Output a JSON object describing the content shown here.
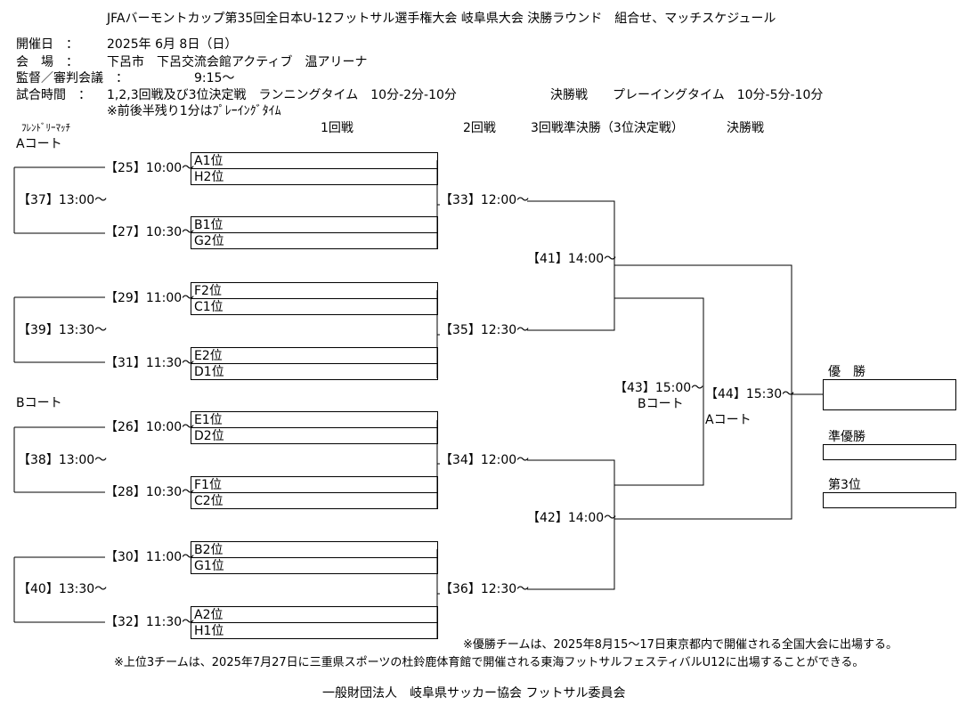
{
  "header": {
    "title": "JFAバーモントカップ第35回全日本U-12フットサル選手権大会 岐阜県大会 決勝ラウンド　組合せ、マッチスケジュール",
    "date_label": "開催日　：",
    "date_value": "2025年 6月 8日（日）",
    "venue_label": "会　場　：",
    "venue_value": "下呂市　下呂交流会館アクティブ　温アリーナ",
    "meeting_label": "監督／審判会議　：",
    "meeting_value": "9:15～",
    "time_label": "試合時間　：",
    "time_value_1": "1,2,3回戦及び3位決定戦　ランニングタイム　10分-2分-10分",
    "time_value_2": "決勝戦　　プレーイングタイム　10分-5分-10分",
    "time_note": "※前後半残り1分はﾌﾟﾚｰｲﾝｸﾞﾀｲﾑ"
  },
  "columns": {
    "friendly": "ﾌﾚﾝﾄﾞﾘｰﾏｯﾁ",
    "round1": "1回戦",
    "round2": "2回戦",
    "semi": "3回戦準決勝（3位決定戦）",
    "final": "決勝戦"
  },
  "courts": {
    "a": "Aコート",
    "b": "Bコート"
  },
  "round1": [
    {
      "match": "【25】10:00～",
      "top": "A1位",
      "bottom": "H2位"
    },
    {
      "match": "【27】10:30～",
      "top": "B1位",
      "bottom": "G2位"
    },
    {
      "match": "【29】11:00～",
      "top": "F2位",
      "bottom": "C1位"
    },
    {
      "match": "【31】11:30～",
      "top": "E2位",
      "bottom": "D1位"
    },
    {
      "match": "【26】10:00～",
      "top": "E1位",
      "bottom": "D2位"
    },
    {
      "match": "【28】10:30～",
      "top": "F1位",
      "bottom": "C2位"
    },
    {
      "match": "【30】11:00～",
      "top": "B2位",
      "bottom": "G1位"
    },
    {
      "match": "【32】11:30～",
      "top": "A2位",
      "bottom": "H1位"
    }
  ],
  "friendly_matches": [
    "【37】13:00～",
    "【39】13:30～",
    "【38】13:00～",
    "【40】13:30～"
  ],
  "round2": [
    "【33】12:00～",
    "【35】12:30～",
    "【34】12:00～",
    "【36】12:30～"
  ],
  "round3": [
    "【41】14:00～",
    "【42】14:00～"
  ],
  "third_place": {
    "match": "【43】15:00～",
    "court": "Bコート"
  },
  "final": {
    "match": "【44】15:30～",
    "court": "Aコート"
  },
  "results": {
    "champion": "優　勝",
    "runner_up": "準優勝",
    "third": "第3位"
  },
  "notes": [
    "※優勝チームは、2025年8月15～17日東京都内で開催される全国大会に出場する。",
    "※上位3チームは、2025年7月27日に三重県スポーツの杜鈴鹿体育館で開催される東海フットサルフェスティバルU12に出場することができる。"
  ],
  "footer": "一般財団法人　岐阜県サッカー協会 フットサル委員会"
}
